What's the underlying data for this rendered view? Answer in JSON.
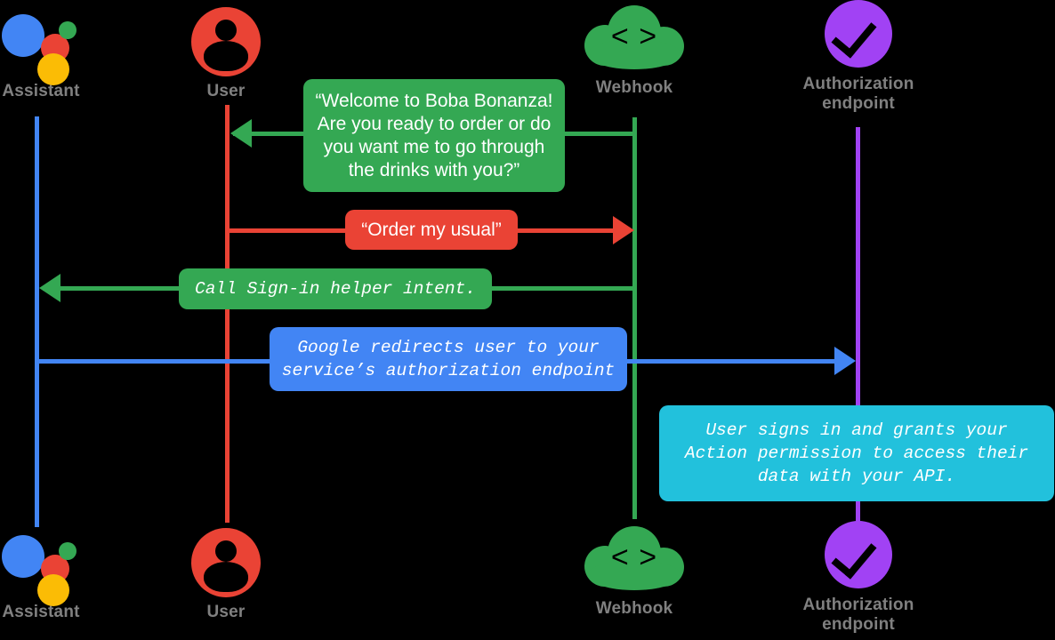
{
  "diagram": {
    "title": "Account linking sequence diagram",
    "background": "#000000",
    "colors": {
      "assistant_blue": "#4285f4",
      "user_red": "#ea4335",
      "webhook_green": "#34a853",
      "auth_purple": "#a142f4",
      "info_cyan": "#22c1dc",
      "label_gray": "#808080",
      "text_white": "#ffffff"
    }
  },
  "actors_top": [
    {
      "id": "assistant",
      "label": "Assistant",
      "icon": "google-assistant-icon",
      "color": "#4285f4"
    },
    {
      "id": "user",
      "label": "User",
      "icon": "user-avatar-icon",
      "color": "#ea4335"
    },
    {
      "id": "webhook",
      "label": "Webhook",
      "icon": "cloud-code-icon",
      "code_glyph": "< >",
      "color": "#34a853"
    },
    {
      "id": "authorization-endpoint",
      "label": "Authorization\nendpoint",
      "icon": "purple-check-badge-icon",
      "color": "#a142f4"
    }
  ],
  "actors_bottom": [
    {
      "id": "assistant",
      "label": "Assistant",
      "icon": "google-assistant-icon",
      "color": "#4285f4"
    },
    {
      "id": "user",
      "label": "User",
      "icon": "user-avatar-icon",
      "color": "#ea4335"
    },
    {
      "id": "webhook",
      "label": "Webhook",
      "icon": "cloud-code-icon",
      "code_glyph": "< >",
      "color": "#34a853"
    },
    {
      "id": "authorization-endpoint",
      "label": "Authorization\nendpoint",
      "icon": "purple-check-badge-icon",
      "color": "#a142f4"
    }
  ],
  "messages": [
    {
      "id": "welcome-greeting",
      "text": "“Welcome to Boba Bonanza!\nAre you ready to order or do\nyou want me to go through\nthe drinks with you?”",
      "from": "webhook",
      "to": "user",
      "direction": "left",
      "color": "#34a853",
      "font": "sans"
    },
    {
      "id": "order-my-usual",
      "text": "“Order my usual”",
      "from": "user",
      "to": "webhook",
      "direction": "right",
      "color": "#ea4335",
      "font": "sans"
    },
    {
      "id": "call-signin-helper-intent",
      "text": "Call Sign-in helper intent.",
      "from": "webhook",
      "to": "assistant",
      "direction": "left",
      "color": "#34a853",
      "font": "mono"
    },
    {
      "id": "google-redirects-user",
      "text": "Google redirects user to your\nservice’s authorization endpoint",
      "from": "assistant",
      "to": "authorization-endpoint",
      "direction": "right",
      "color": "#4285f4",
      "font": "mono"
    },
    {
      "id": "user-signs-in-grants-permission",
      "text": "User signs in and grants your\nAction permission to access their\ndata with your API.",
      "from": "authorization-endpoint",
      "to": "authorization-endpoint",
      "direction": "none",
      "color": "#22c1dc",
      "font": "mono"
    }
  ]
}
